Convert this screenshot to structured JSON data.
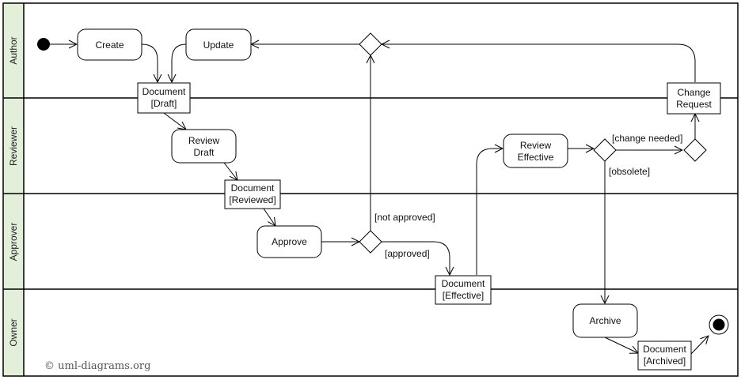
{
  "lanes": [
    "Author",
    "Reviewer",
    "Approver",
    "Owner"
  ],
  "actions": {
    "create": "Create",
    "update": "Update",
    "review_draft": [
      "Review",
      "Draft"
    ],
    "approve": "Approve",
    "review_effective": [
      "Review",
      "Effective"
    ],
    "archive": "Archive"
  },
  "objects": {
    "doc_draft": [
      "Document",
      "[Draft]"
    ],
    "doc_reviewed": [
      "Document",
      "[Reviewed]"
    ],
    "doc_effective": [
      "Document",
      "[Effective]"
    ],
    "doc_archived": [
      "Document",
      "[Archived]"
    ],
    "change_request": [
      "Change",
      "Request"
    ]
  },
  "guards": {
    "not_approved": "[not approved]",
    "approved": "[approved]",
    "change_needed": "[change needed]",
    "obsolete": "[obsolete]"
  },
  "watermark": "© uml-diagrams.org",
  "colors": {
    "lane_header": "#e4efd9",
    "stroke": "#000000"
  }
}
